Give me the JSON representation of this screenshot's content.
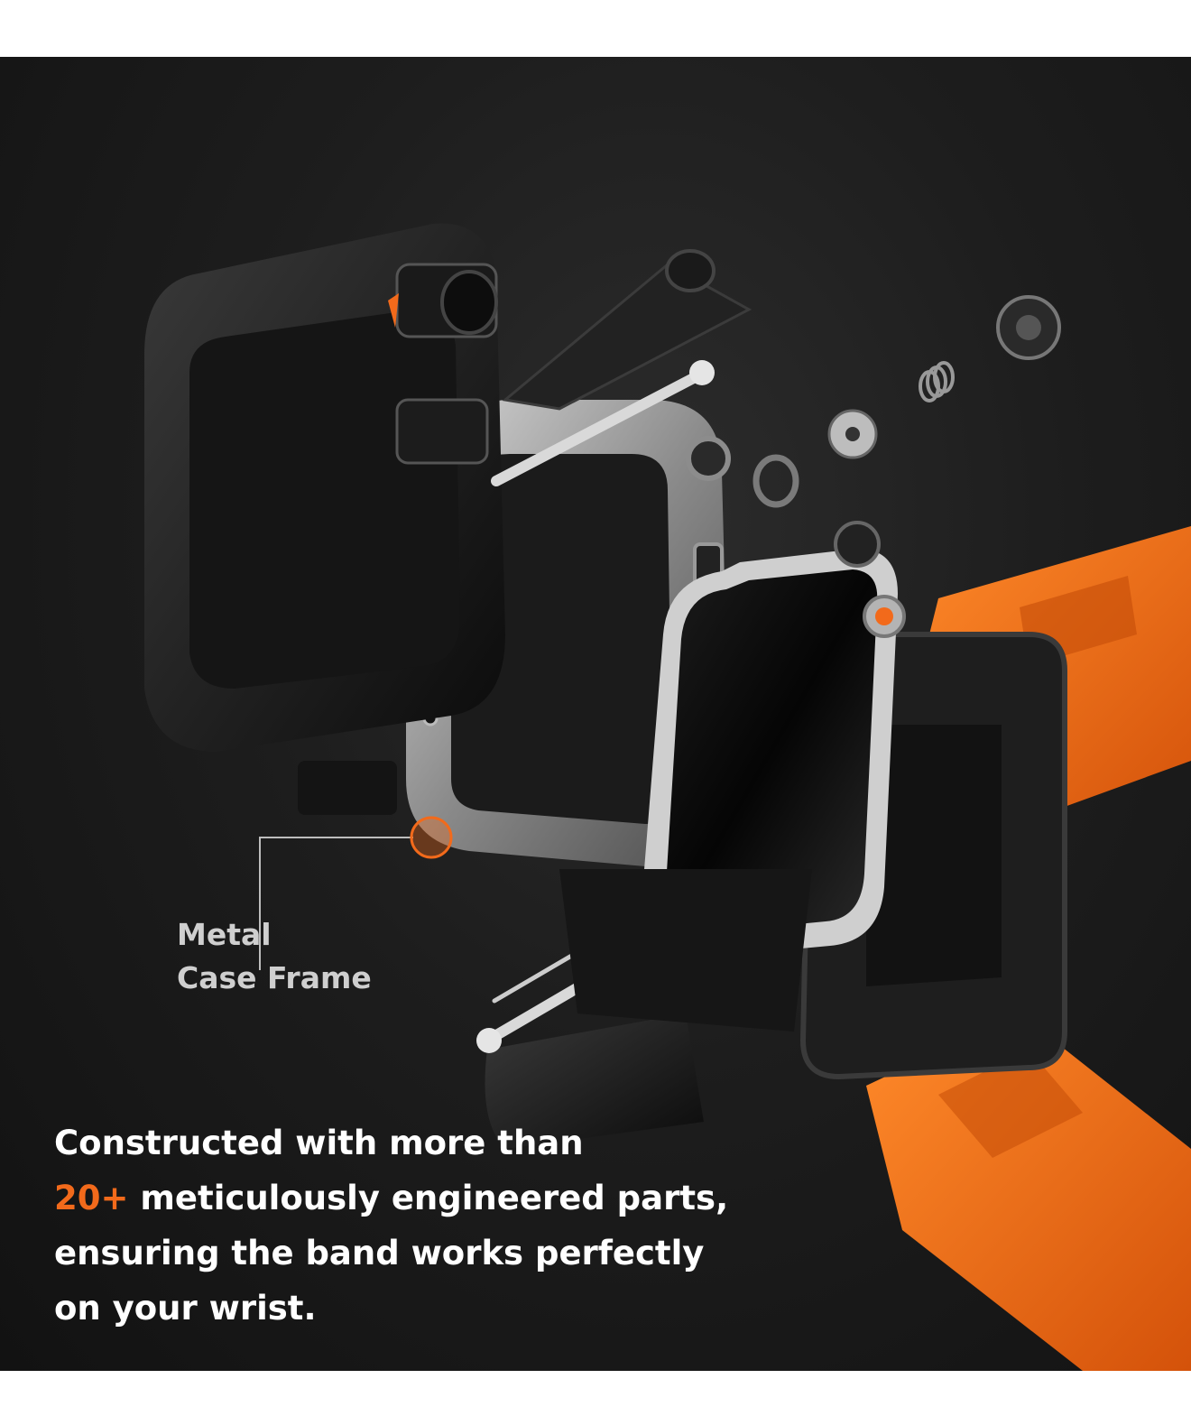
{
  "colors": {
    "background": "#1a1a1a",
    "accent": "#f26a1b",
    "text": "#ffffff",
    "callout_text": "#cfcfcf"
  },
  "callout": {
    "line1": "Metal",
    "line2": "Case Frame"
  },
  "caption": {
    "line1": "Constructed with more than",
    "line2_highlight": "20+",
    "line2_rest": " meticulously engineered parts,",
    "line3": "ensuring the band works perfectly",
    "line4": "on your wrist."
  }
}
